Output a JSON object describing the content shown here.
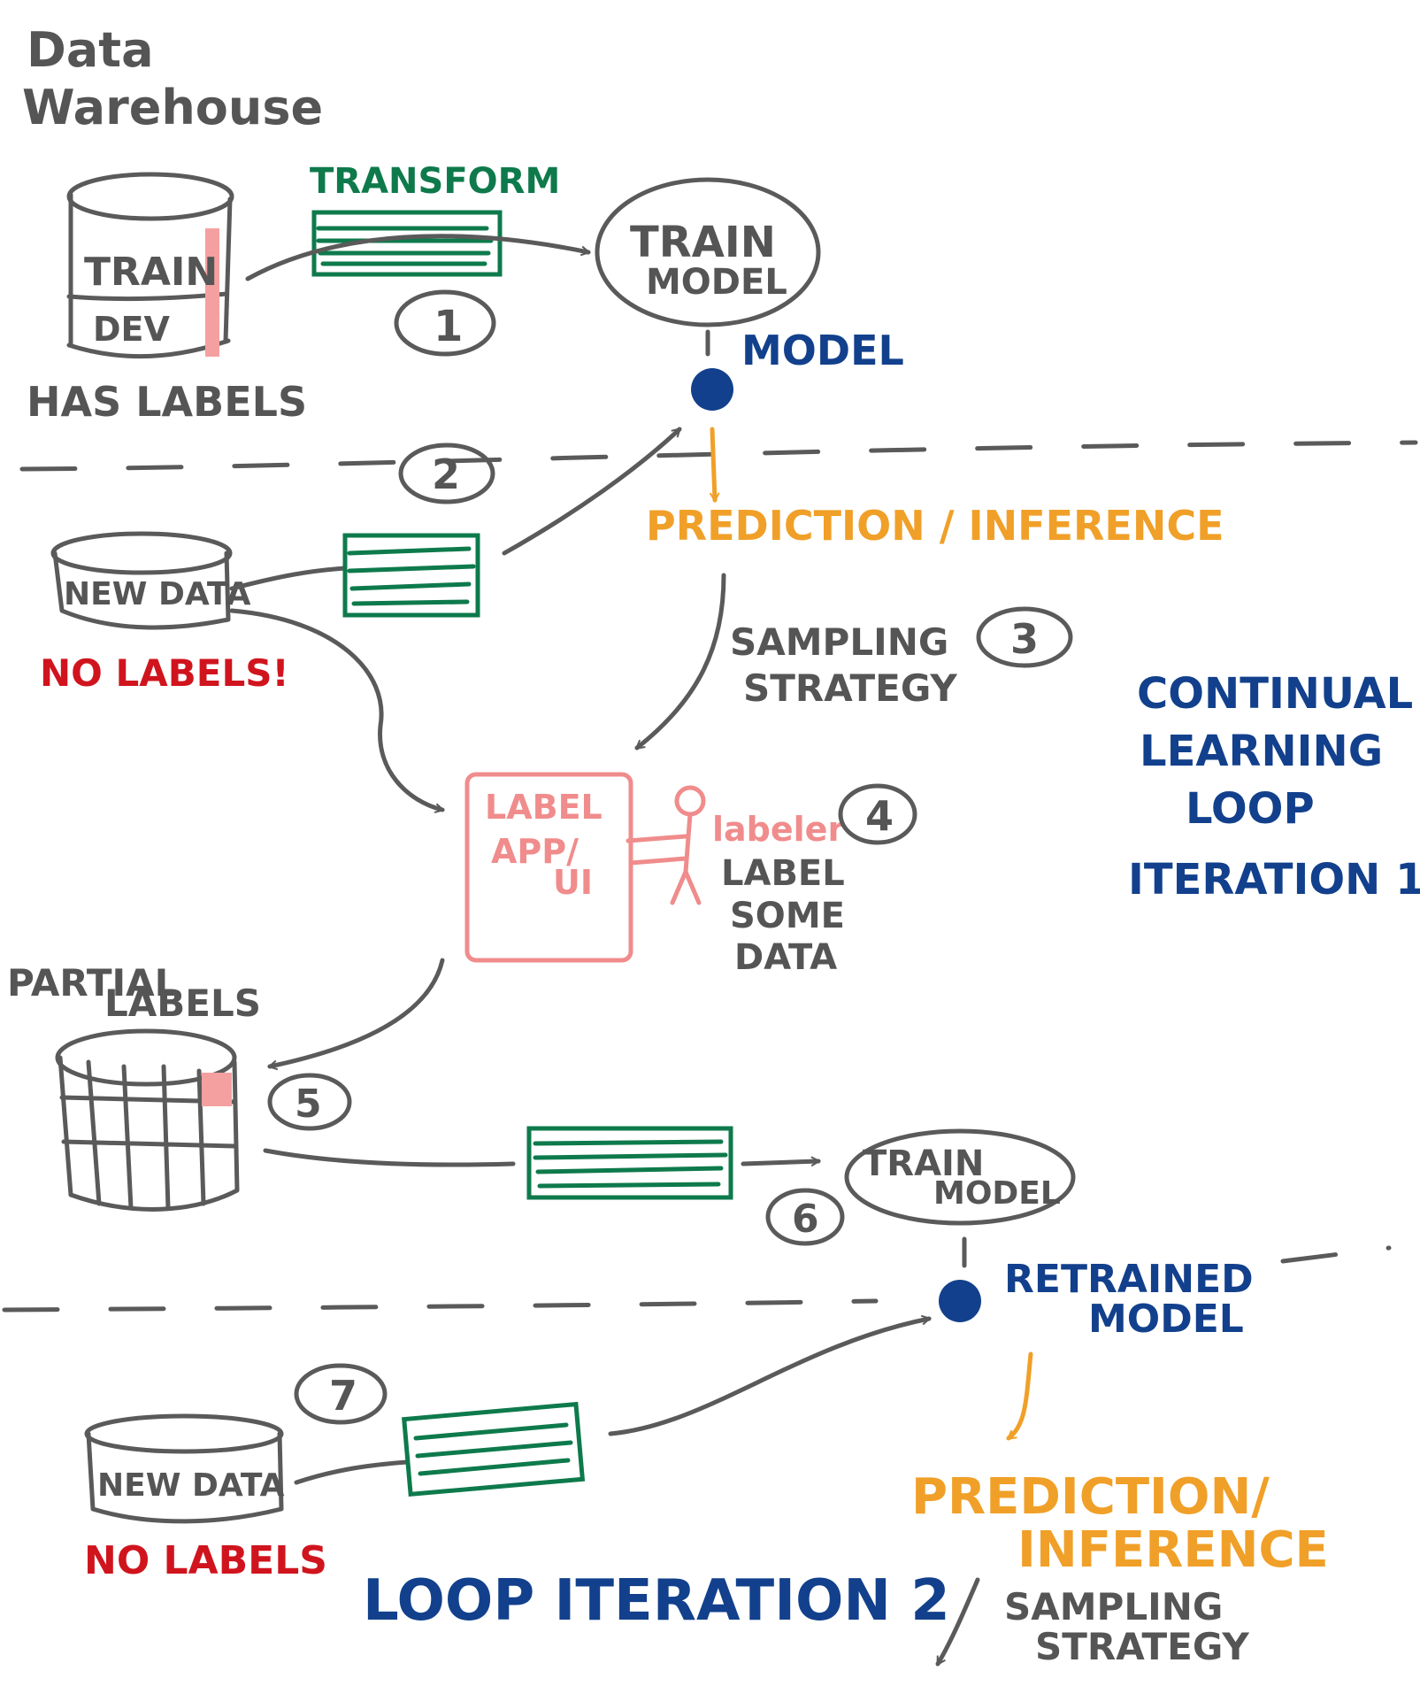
{
  "labels": {
    "warehouse_line1": "Data",
    "warehouse_line2": "Warehouse",
    "transform": "TRANSFORM",
    "train_db_train": "TRAIN",
    "train_db_dev": "DEV",
    "has_labels": "HAS LABELS",
    "train_model_1_line1": "TRAIN",
    "train_model_1_line2": "MODEL",
    "step_1": "1",
    "model": "MODEL",
    "step_2": "2",
    "prediction_inference_1": "PREDICTION / INFERENCE",
    "new_data_1": "NEW DATA",
    "no_labels_1": "NO LABELS!",
    "sampling_1_line1": "SAMPLING",
    "sampling_1_line2": "STRATEGY",
    "step_3": "3",
    "continual_line1": "CONTINUAL",
    "continual_line2": "LEARNING",
    "continual_line3": "LOOP",
    "continual_line4": "ITERATION 1",
    "label_app_line1": "LABEL",
    "label_app_line2": "APP/",
    "label_app_line3": "UI",
    "labeler": "labeler",
    "step_4": "4",
    "label_some_line1": "LABEL",
    "label_some_line2": "SOME",
    "label_some_line3": "DATA",
    "partial_line1": "PARTIAL",
    "partial_line2": "LABELS",
    "step_5": "5",
    "train_model_2_line1": "TRAIN",
    "train_model_2_line2": "MODEL",
    "step_6": "6",
    "retrained_line1": "RETRAINED",
    "retrained_line2": "MODEL",
    "step_7": "7",
    "new_data_2": "NEW DATA",
    "no_labels_2": "NO LABELS",
    "loop_iteration_2": "LOOP ITERATION 2",
    "prediction_2_line1": "PREDICTION/",
    "prediction_2_line2": "INFERENCE",
    "sampling_2_line1": "SAMPLING",
    "sampling_2_line2": "STRATEGY"
  },
  "colors": {
    "gray": "#5a5a5a",
    "green": "#0e7a4c",
    "blue": "#12408c",
    "orange": "#f0a028",
    "red": "#d0141e",
    "pink": "#f08c8c"
  }
}
